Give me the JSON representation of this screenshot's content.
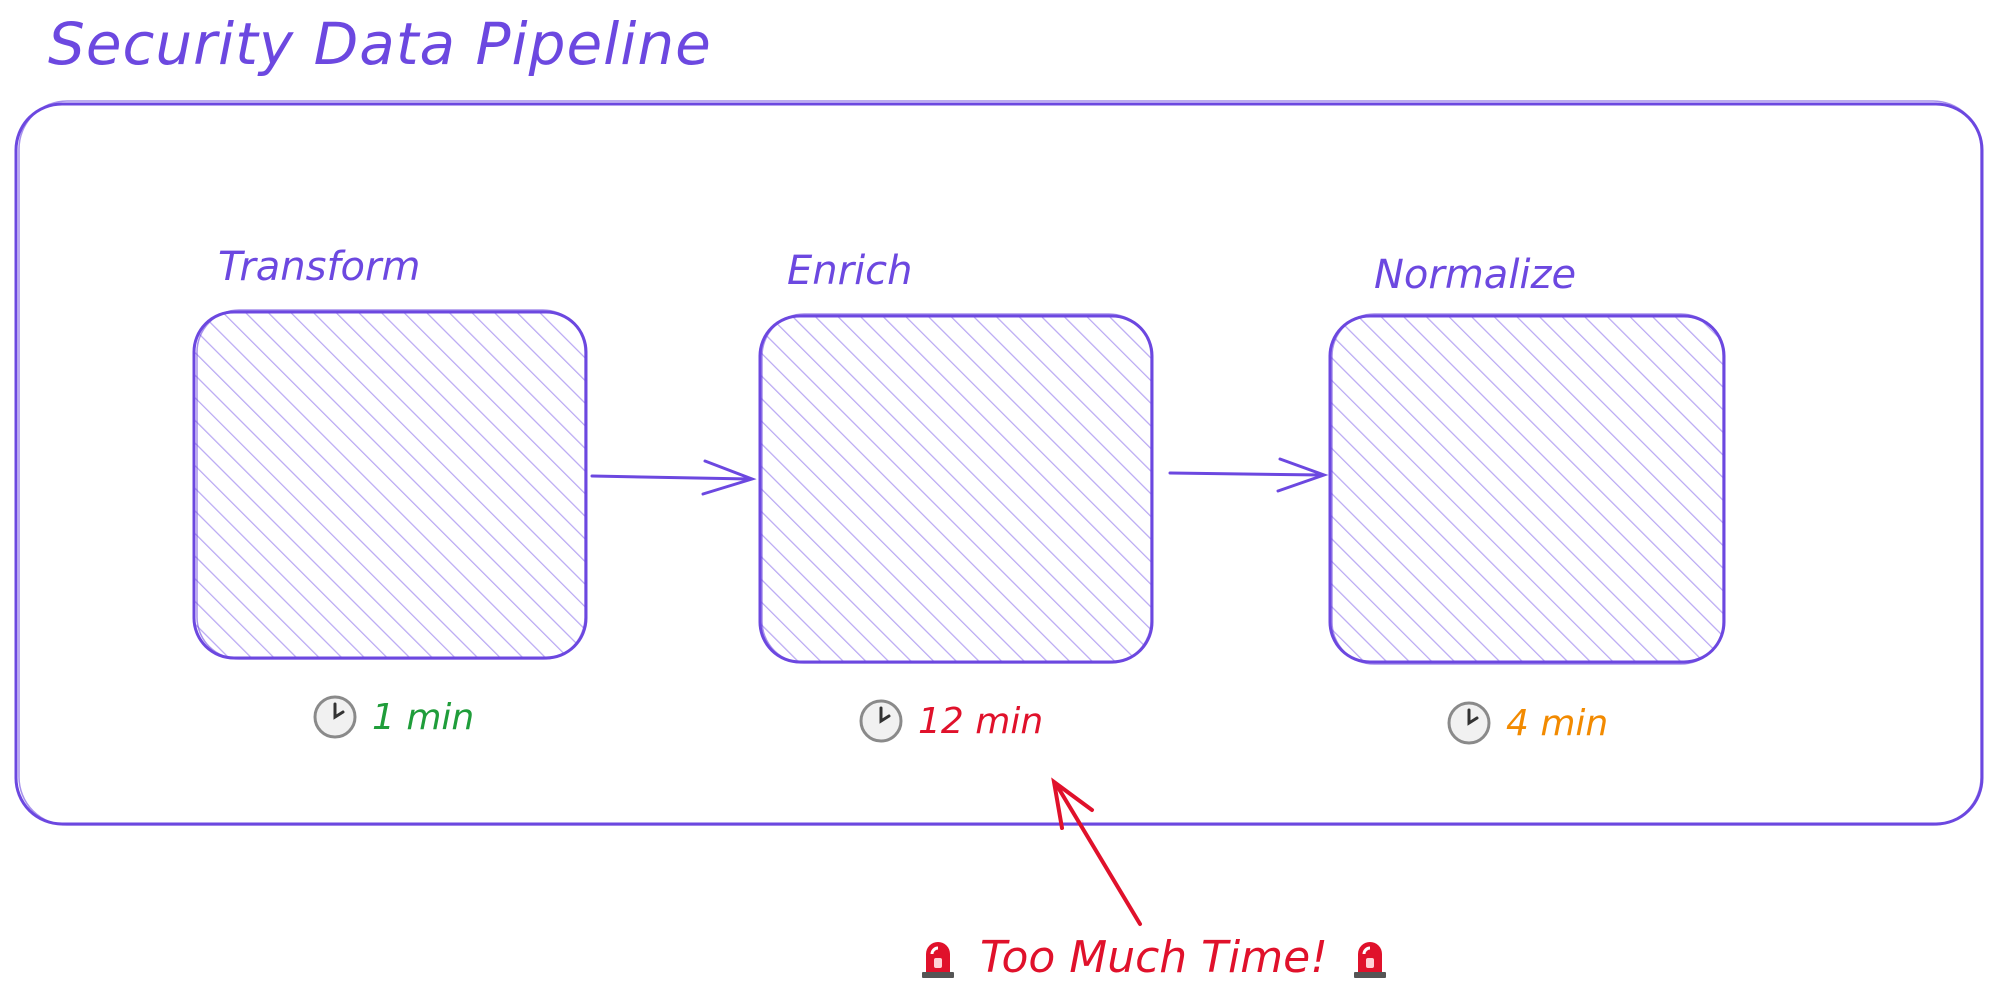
{
  "title": "Security Data Pipeline",
  "colors": {
    "stroke": "#6c48e0",
    "hatch": "#b9a8f3",
    "good": "#1f9d3a",
    "bad": "#e0112b",
    "medium": "#f28a00"
  },
  "stages": [
    {
      "label": "Transform",
      "time": "1 min",
      "icon": "clock-icon"
    },
    {
      "label": "Enrich",
      "time": "12 min",
      "icon": "clock-icon"
    },
    {
      "label": "Normalize",
      "time": "4 min",
      "icon": "clock-icon"
    }
  ],
  "annotation": {
    "text": "Too Much Time!",
    "icon": "siren-icon"
  }
}
